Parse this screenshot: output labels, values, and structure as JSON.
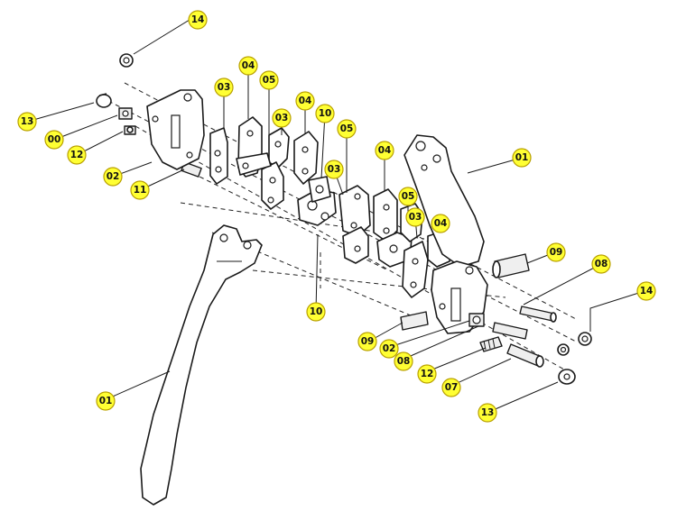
{
  "callouts": [
    {
      "id": "c-14-top",
      "text": "14"
    },
    {
      "id": "c-03-a",
      "text": "03"
    },
    {
      "id": "c-04-a",
      "text": "04"
    },
    {
      "id": "c-05-a",
      "text": "05"
    },
    {
      "id": "c-03-b",
      "text": "03"
    },
    {
      "id": "c-04-b",
      "text": "04"
    },
    {
      "id": "c-10-top",
      "text": "10"
    },
    {
      "id": "c-05-b",
      "text": "05"
    },
    {
      "id": "c-03-c",
      "text": "03"
    },
    {
      "id": "c-04-c",
      "text": "04"
    },
    {
      "id": "c-05-c",
      "text": "05"
    },
    {
      "id": "c-03-d",
      "text": "03"
    },
    {
      "id": "c-04-d",
      "text": "04"
    },
    {
      "id": "c-01-right",
      "text": "01"
    },
    {
      "id": "c-13-left",
      "text": "13"
    },
    {
      "id": "c-00",
      "text": "00"
    },
    {
      "id": "c-12-left",
      "text": "12"
    },
    {
      "id": "c-02-left",
      "text": "02"
    },
    {
      "id": "c-11",
      "text": "11"
    },
    {
      "id": "c-09-top",
      "text": "09"
    },
    {
      "id": "c-08-top",
      "text": "08"
    },
    {
      "id": "c-14-right",
      "text": "14"
    },
    {
      "id": "c-10-bottom",
      "text": "10"
    },
    {
      "id": "c-09-bottom",
      "text": "09"
    },
    {
      "id": "c-02-bottom",
      "text": "02"
    },
    {
      "id": "c-08-bottom",
      "text": "08"
    },
    {
      "id": "c-12-right",
      "text": "12"
    },
    {
      "id": "c-07",
      "text": "07"
    },
    {
      "id": "c-13-right",
      "text": "13"
    },
    {
      "id": "c-01-left",
      "text": "01"
    }
  ],
  "colors": {
    "badge": "#ffff33",
    "line": "#1a1a1a",
    "background": "#ffffff"
  }
}
